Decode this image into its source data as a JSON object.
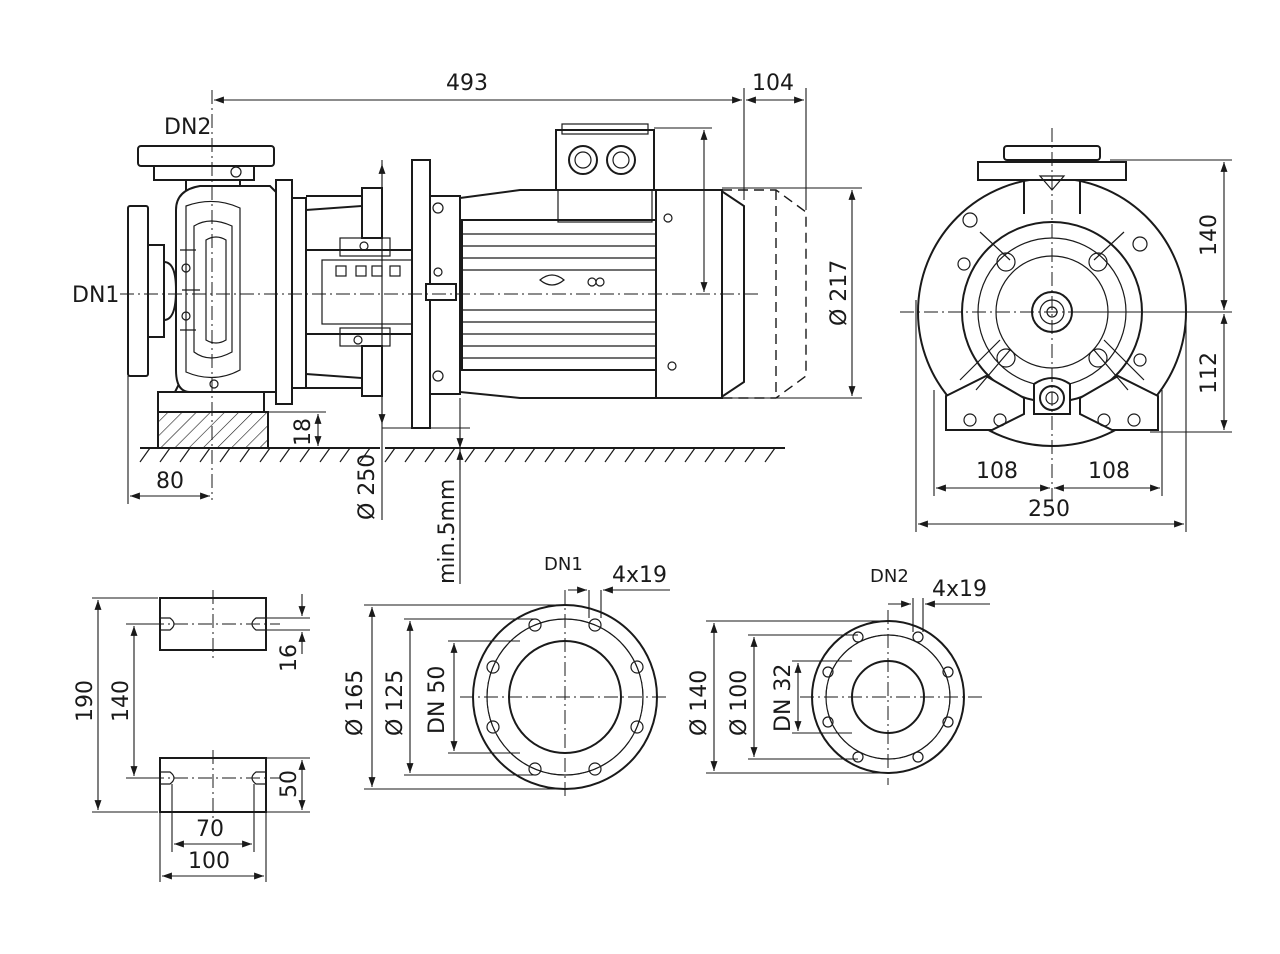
{
  "labels": {
    "dn1": "DN1",
    "dn2": "DN2",
    "dn1_flange": "DN1",
    "dn2_flange": "DN2"
  },
  "dimensions": {
    "overall_length": "493",
    "motor_tail": "104",
    "motor_dia": "Ø 217",
    "flange_dia": "Ø 250",
    "base_height": "18",
    "inlet_offset": "80",
    "min_clearance": "min.5mm",
    "front_top": "140",
    "front_bottom": "112",
    "front_left": "108",
    "front_right": "108",
    "front_width": "250",
    "foot_total": "190",
    "foot_inner": "140",
    "foot_thick": "16",
    "foot_depth": "50",
    "foot_slot": "70",
    "foot_width": "100",
    "dn1_holes": "4x19",
    "dn1_outer": "Ø 165",
    "dn1_pcd": "Ø 125",
    "dn1_bore": "DN 50",
    "dn2_holes": "4x19",
    "dn2_outer": "Ø 140",
    "dn2_pcd": "Ø 100",
    "dn2_bore": "DN 32"
  }
}
